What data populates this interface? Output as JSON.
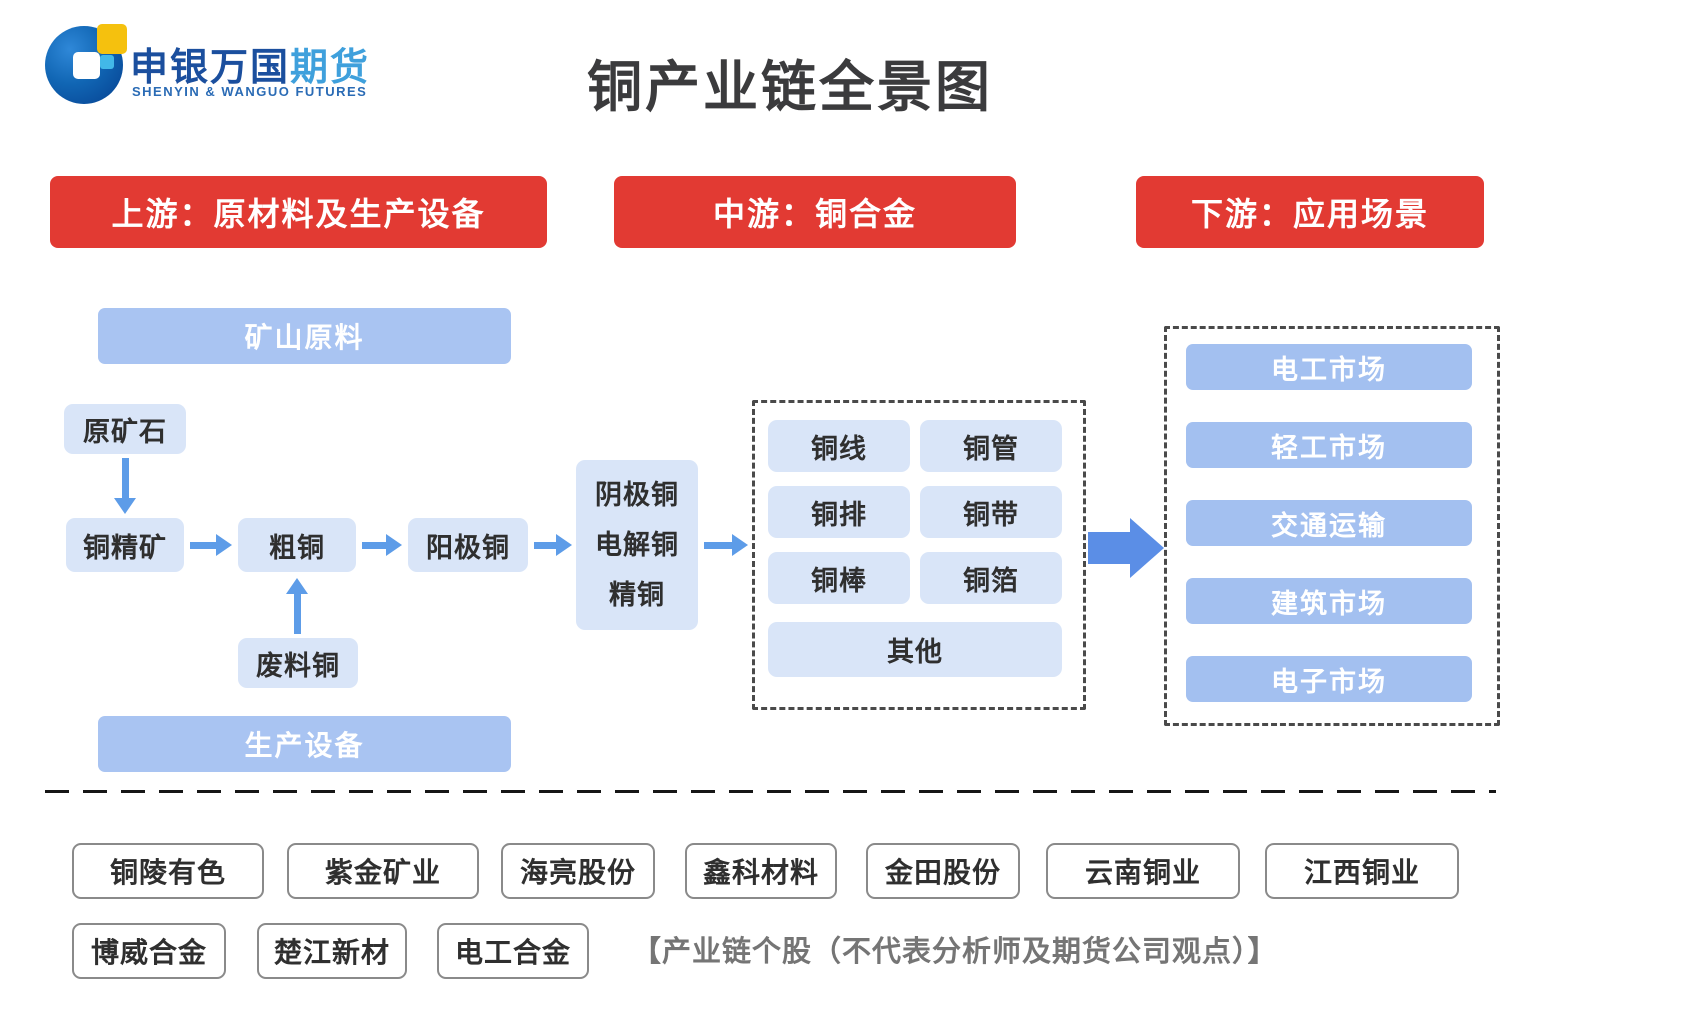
{
  "logo": {
    "cn_primary": "申银万国",
    "cn_secondary": "期货",
    "en": "SHENYIN & WANGUO FUTURES"
  },
  "title": "铜产业链全景图",
  "headers": {
    "upstream": "上游：原材料及生产设备",
    "midstream": "中游：铜合金",
    "downstream": "下游：应用场景"
  },
  "upstream": {
    "mine_materials": "矿山原料",
    "production_equipment": "生产设备",
    "flow": {
      "raw_ore": "原矿石",
      "copper_concentrate": "铜精矿",
      "blister_copper": "粗铜",
      "anode_copper": "阳极铜",
      "scrap_copper": "废料铜",
      "cathode_lines": [
        "阴极铜",
        "电解铜",
        "精铜"
      ]
    }
  },
  "midstream": {
    "products": [
      "铜线",
      "铜管",
      "铜排",
      "铜带",
      "铜棒",
      "铜箔"
    ],
    "other": "其他"
  },
  "downstream": {
    "markets": [
      "电工市场",
      "轻工市场",
      "交通运输",
      "建筑市场",
      "电子市场"
    ]
  },
  "stocks": {
    "row1": [
      "铜陵有色",
      "紫金矿业",
      "海亮股份",
      "鑫科材料",
      "金田股份",
      "云南铜业",
      "江西铜业"
    ],
    "row2": [
      "博威合金",
      "楚江新材",
      "电工合金"
    ],
    "note": "【产业链个股（不代表分析师及期货公司观点）】"
  },
  "colors": {
    "accent_red": "#e23a33",
    "bar_blue": "#a9c4f2",
    "box_blue": "#d9e5f8",
    "arrow_blue": "#5d9ce8",
    "big_arrow_blue": "#5b8ee6",
    "logo_dark_blue": "#1b4f9e",
    "logo_light_blue": "#3fa0dc",
    "logo_yellow": "#f5c10e"
  }
}
